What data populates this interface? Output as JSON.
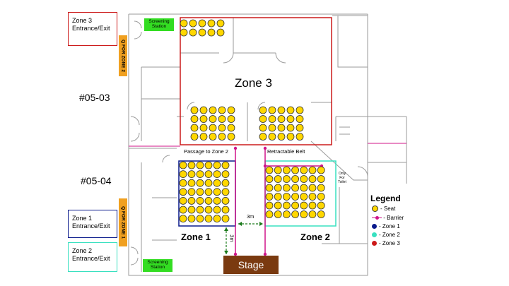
{
  "units": {
    "upper": "#05-03",
    "lower": "#05-04"
  },
  "entrances": {
    "zone3": "Zone 3 Entrance/Exit",
    "zone1": "Zone 1 Entrance/Exit",
    "zone2": "Zone 2 Entrance/Exit"
  },
  "screening": {
    "top": "Screening Station",
    "bottom": "Screening Station"
  },
  "queues": {
    "zone2": "Q FOR ZONE 2",
    "zone1": "Q FOR ZONE 1"
  },
  "zones": {
    "zone3": "Zone 3",
    "zone1": "Zone 1",
    "zone2": "Zone 2"
  },
  "labels": {
    "passage": "Passage to Zone 2",
    "belt": "Retractable Belt",
    "toilet": "Only For Toilet",
    "distance_h": "3m",
    "distance_v": "3m",
    "stage": "Stage"
  },
  "legend": {
    "title": "Legend",
    "items": [
      {
        "label": "- Seat"
      },
      {
        "label": "- Barrier"
      },
      {
        "label": "- Zone 1"
      },
      {
        "label": "- Zone 2"
      },
      {
        "label": "- Zone 3"
      }
    ]
  },
  "colors": {
    "zone1": "#0a1a8c",
    "zone2": "#38e0c0",
    "zone3": "#cc1a1a",
    "seat": "#ffd700",
    "barrier": "#d0148a",
    "queue": "#f0a020",
    "screening": "#33dd22",
    "stage": "#7a3a10"
  }
}
